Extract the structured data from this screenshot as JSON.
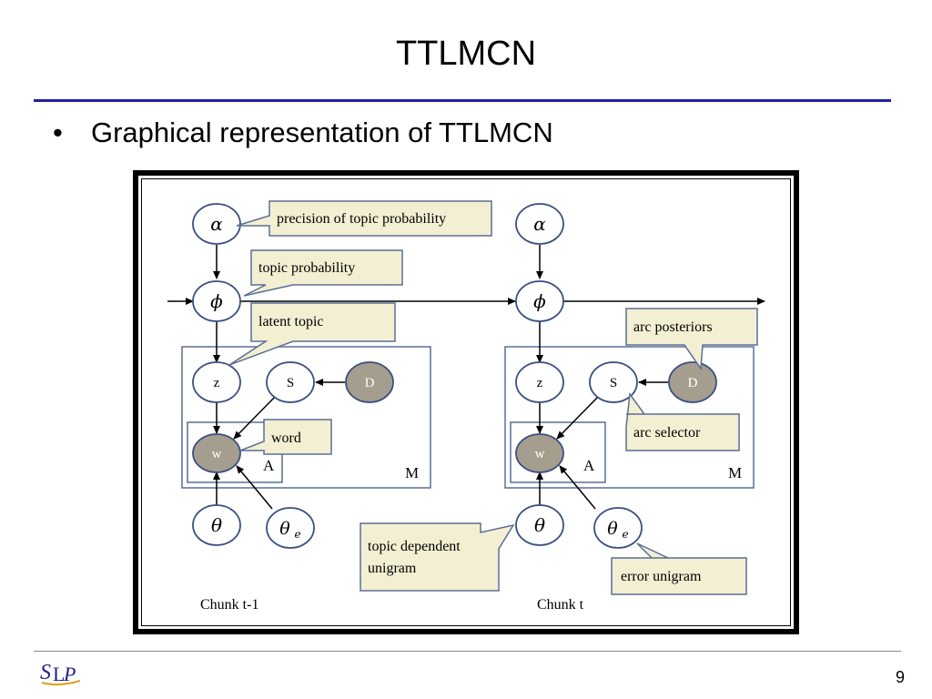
{
  "slide": {
    "title": "TTLMCN",
    "bullet": "Graphical representation of TTLMCN",
    "page_number": "9",
    "logo_text": "SLP"
  },
  "diagram": {
    "nodes": {
      "alpha": "α",
      "phi": "ϕ",
      "z": "z",
      "s": "S",
      "d": "D",
      "w": "w",
      "theta": "θ",
      "theta_e": "θ",
      "theta_e_sub": "e"
    },
    "plates": {
      "outer": "M",
      "inner": "A"
    },
    "callouts": {
      "precision": "precision of topic probability",
      "topic_probability": "topic probability",
      "latent_topic": "latent topic",
      "word": "word",
      "arc_posteriors": "arc posteriors",
      "arc_selector": "arc selector",
      "topic_dependent_line1": "topic dependent",
      "topic_dependent_line2": "unigram",
      "error_unigram": "error unigram"
    },
    "chunk_labels": {
      "left": "Chunk t-1",
      "right": "Chunk t"
    },
    "colors": {
      "node_border": "#3b4f82",
      "observed_fill": "#a59e8e",
      "callout_fill": "#f3efd2",
      "plate_border": "#5a6e96"
    }
  }
}
